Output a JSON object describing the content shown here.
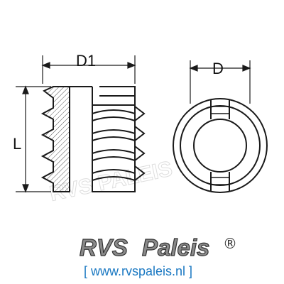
{
  "dimensions": {
    "d1_label": "D1",
    "d_label": "D",
    "l_label": "L"
  },
  "watermark": {
    "text": "RVS PALEIS"
  },
  "logo": {
    "rvs": "RVS",
    "paleis": "Paleis",
    "registered": "®",
    "url": "[ www.rvspaleis.nl ]"
  },
  "colors": {
    "line": "#1a1a1a",
    "hatch": "#555555",
    "logo_fill": "#8a8a8a",
    "url": "#1a78c2"
  }
}
